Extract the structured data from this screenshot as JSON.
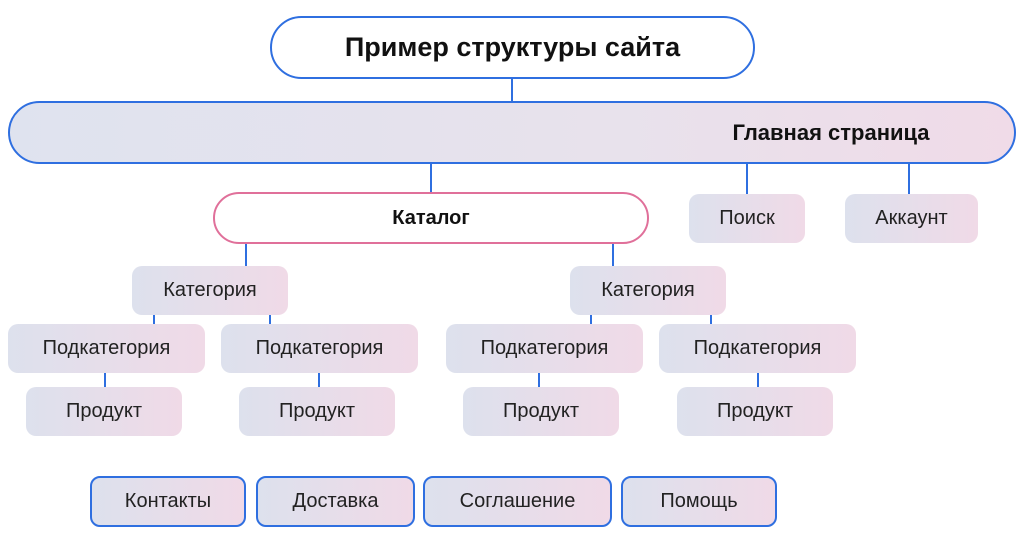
{
  "title": "Пример структуры сайта",
  "home": "Главная страница",
  "catalog": "Каталог",
  "search": "Поиск",
  "account": "Аккаунт",
  "branches": [
    {
      "category": "Категория",
      "subcategories": [
        {
          "label": "Подкатегория",
          "product": "Продукт"
        },
        {
          "label": "Подкатегория",
          "product": "Продукт"
        }
      ]
    },
    {
      "category": "Категория",
      "subcategories": [
        {
          "label": "Подкатегория",
          "product": "Продукт"
        },
        {
          "label": "Подкатегория",
          "product": "Продукт"
        }
      ]
    }
  ],
  "footer_links": [
    "Контакты",
    "Доставка",
    "Соглашение",
    "Помощь"
  ],
  "colors": {
    "accent_blue": "#2f6fe0",
    "accent_pink": "#e0709a"
  }
}
